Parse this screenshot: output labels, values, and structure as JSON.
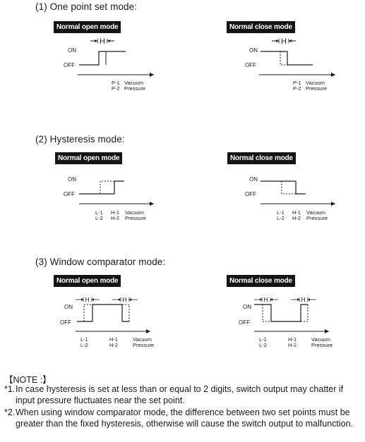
{
  "sections": [
    {
      "title": "(1) One point set mode:",
      "open_label": "Normal open mode",
      "close_label": "Normal close mode",
      "on": "ON",
      "off": "OFF",
      "hyst": "H",
      "legend_a": "P-1",
      "legend_b": "P-2",
      "vacuum": "Vacuum",
      "pressure": "Pressure"
    },
    {
      "title": "(2) Hysteresis mode:",
      "open_label": "Normal open mode",
      "close_label": "Normal close mode",
      "on": "ON",
      "off": "OFF",
      "l1": "L-1",
      "l2": "L-2",
      "h1": "H-1",
      "h2": "H-2",
      "vacuum": "Vacuum",
      "pressure": "Pressure"
    },
    {
      "title": "(3) Window comparator mode:",
      "open_label": "Normal open mode",
      "close_label": "Normal close mode",
      "on": "ON",
      "off": "OFF",
      "hyst": "H",
      "l1": "L-1",
      "l2": "L-2",
      "h1": "H-1",
      "h2": "H-2",
      "vacuum": "Vacuum",
      "pressure": "Pressure"
    }
  ],
  "notes": {
    "title": "【NOTE :】",
    "items": [
      {
        "marker": "*1.",
        "text": "In case hysteresis is set at less than or equal to 2 digits, switch output may chatter if input pressure fluctuates near the set point."
      },
      {
        "marker": "*2.",
        "text": "When using window comparator mode, the difference between two set points must be greater than the fixed hysteresis, otherwise will cause the switch output to malfunction."
      }
    ]
  }
}
